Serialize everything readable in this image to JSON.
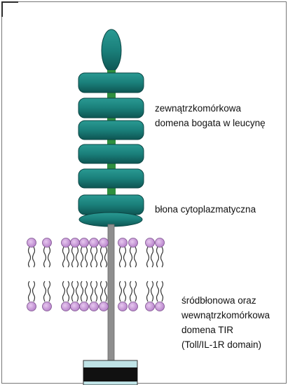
{
  "labels": {
    "extracellular_1": "zewnątrzkomórkowa",
    "extracellular_2": "domena bogata w leucynę",
    "membrane": "błona cytoplazmatyczna",
    "tir_1": "śródbłonowa oraz",
    "tir_2": "wewnątrzkomórkowa",
    "tir_3": "domena TIR",
    "tir_4": "(Toll/IL-1R domain)"
  },
  "colors": {
    "domain_fill": "#1a7f7a",
    "domain_dark": "#0e5553",
    "linker": "#2f8f3f",
    "lipid_head": "#c89bd8",
    "lipid_tail": "#333333",
    "stalk": "#8e8e8e",
    "tir_light": "#bfe3e6",
    "tir_dark": "#111111"
  }
}
